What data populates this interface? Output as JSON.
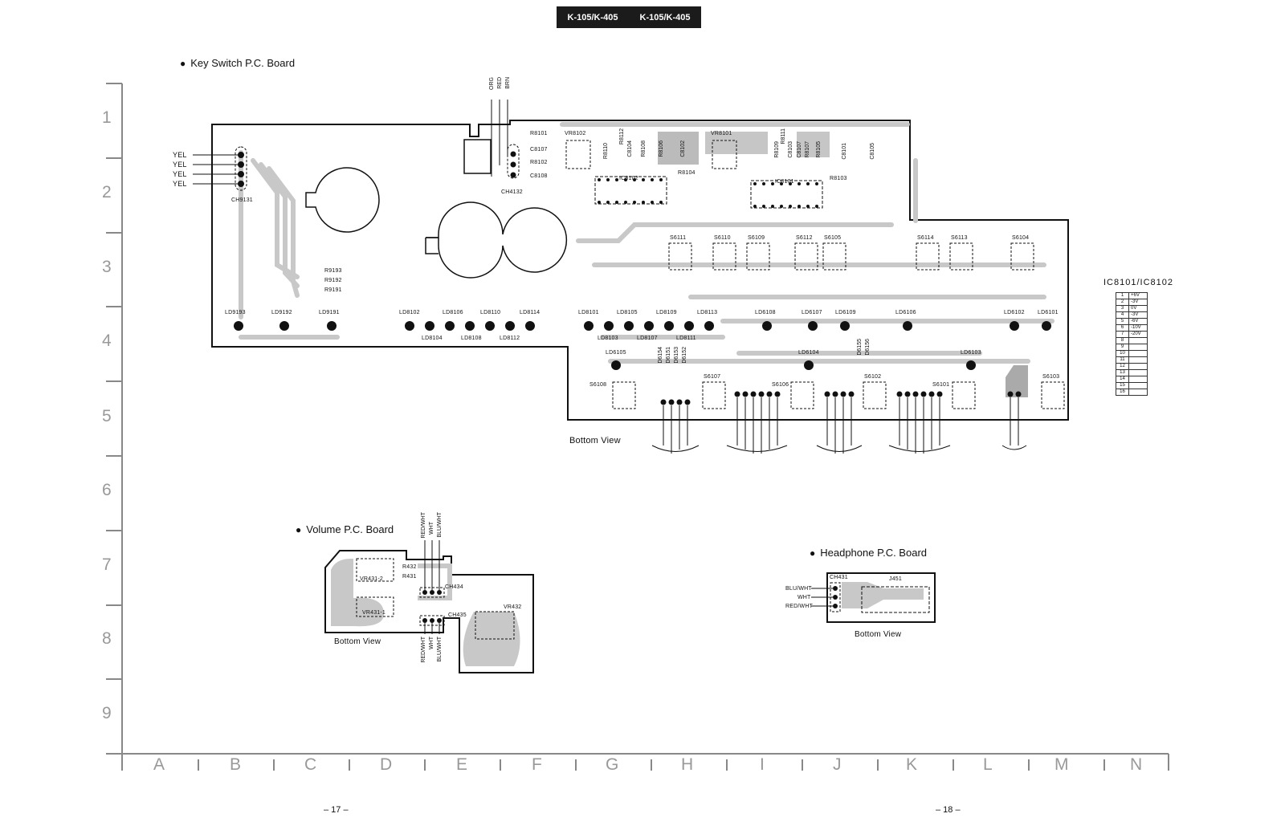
{
  "header": {
    "left": "K-105/K-405",
    "right": "K-105/K-405"
  },
  "key_switch": {
    "title": "Key Switch P.C. Board",
    "bottom_view": "Bottom View",
    "wire_top": [
      "ORG",
      "RED",
      "BRN"
    ],
    "wire_left": [
      "YEL",
      "YEL",
      "YEL",
      "YEL"
    ],
    "connectors": [
      "CH9131",
      "CH4132"
    ],
    "resistors_left": [
      "R9193",
      "R9192",
      "R9191"
    ],
    "leds_left": [
      "LD9193",
      "LD9192",
      "LD9191"
    ],
    "leds_row1_top": [
      "LD8102",
      "LD8106",
      "LD8110",
      "LD8114"
    ],
    "leds_row1_bottom": [
      "LD8104",
      "LD8108",
      "LD8112"
    ],
    "leds_row2_top": [
      "LD8101",
      "LD8105",
      "LD8109",
      "LD8113"
    ],
    "leds_row2_bottom": [
      "LD8103",
      "LD8107",
      "LD8111"
    ],
    "leds_row3": [
      "LD6108",
      "LD6107",
      "LD6109",
      "LD6106",
      "LD6102",
      "LD6101"
    ],
    "leds_row4": [
      "LD6105",
      "LD6104",
      "LD6103"
    ],
    "diodes": [
      "D6154",
      "D6151",
      "D6153",
      "D6152",
      "D6155",
      "D6156"
    ],
    "switches_top": [
      "S6111",
      "S6110",
      "S6109",
      "S6112",
      "S6105",
      "S6114",
      "S6113",
      "S6104"
    ],
    "switches_bottom": [
      "S6108",
      "S6107",
      "S6106",
      "S6102",
      "S6101",
      "S6103"
    ],
    "parts_top": [
      "R8101",
      "C8107",
      "R8102",
      "C8108",
      "VR8102",
      "R8110",
      "R8112",
      "C8104",
      "R8108",
      "R8106",
      "C8102",
      "R8104",
      "IC8102",
      "VR8101",
      "R8109",
      "R8111",
      "C8103",
      "C8107",
      "R8107",
      "R8105",
      "C8101",
      "C8105",
      "R8103",
      "IC8101"
    ]
  },
  "ic_table": {
    "title": "IC8101/IC8102",
    "rows": [
      [
        "1",
        "+6V"
      ],
      [
        "2",
        "-3V"
      ],
      [
        "3",
        "0V"
      ],
      [
        "4",
        "-3V"
      ],
      [
        "5",
        "-6V"
      ],
      [
        "6",
        "-10V"
      ],
      [
        "7",
        "-20V"
      ],
      [
        "8",
        ""
      ],
      [
        "9",
        ""
      ],
      [
        "10",
        ""
      ],
      [
        "11",
        ""
      ],
      [
        "12",
        ""
      ],
      [
        "13",
        ""
      ],
      [
        "14",
        ""
      ],
      [
        "15",
        ""
      ],
      [
        "16",
        ""
      ]
    ]
  },
  "volume": {
    "title": "Volume P.C. Board",
    "bottom_view": "Bottom View",
    "wires_top": [
      "RED/WHT",
      "WHT",
      "BLU/WHT"
    ],
    "wires_bottom": [
      "RED/WHT",
      "WHT",
      "BLU/WHT"
    ],
    "parts": [
      "VR431-2",
      "VR431-1",
      "R432",
      "R431",
      "CH434",
      "CH435",
      "VR432"
    ]
  },
  "headphone": {
    "title": "Headphone P.C. Board",
    "bottom_view": "Bottom View",
    "wires": [
      "BLU/WHT",
      "WHT",
      "RED/WHT"
    ],
    "parts": [
      "CH431",
      "J451"
    ]
  },
  "grid": {
    "rows": [
      "1",
      "2",
      "3",
      "4",
      "5",
      "6",
      "7",
      "8",
      "9"
    ],
    "cols": [
      "A",
      "B",
      "C",
      "D",
      "E",
      "F",
      "G",
      "H",
      "I",
      "J",
      "K",
      "L",
      "M",
      "N"
    ]
  },
  "pages": [
    "– 17 –",
    "– 18 –"
  ]
}
